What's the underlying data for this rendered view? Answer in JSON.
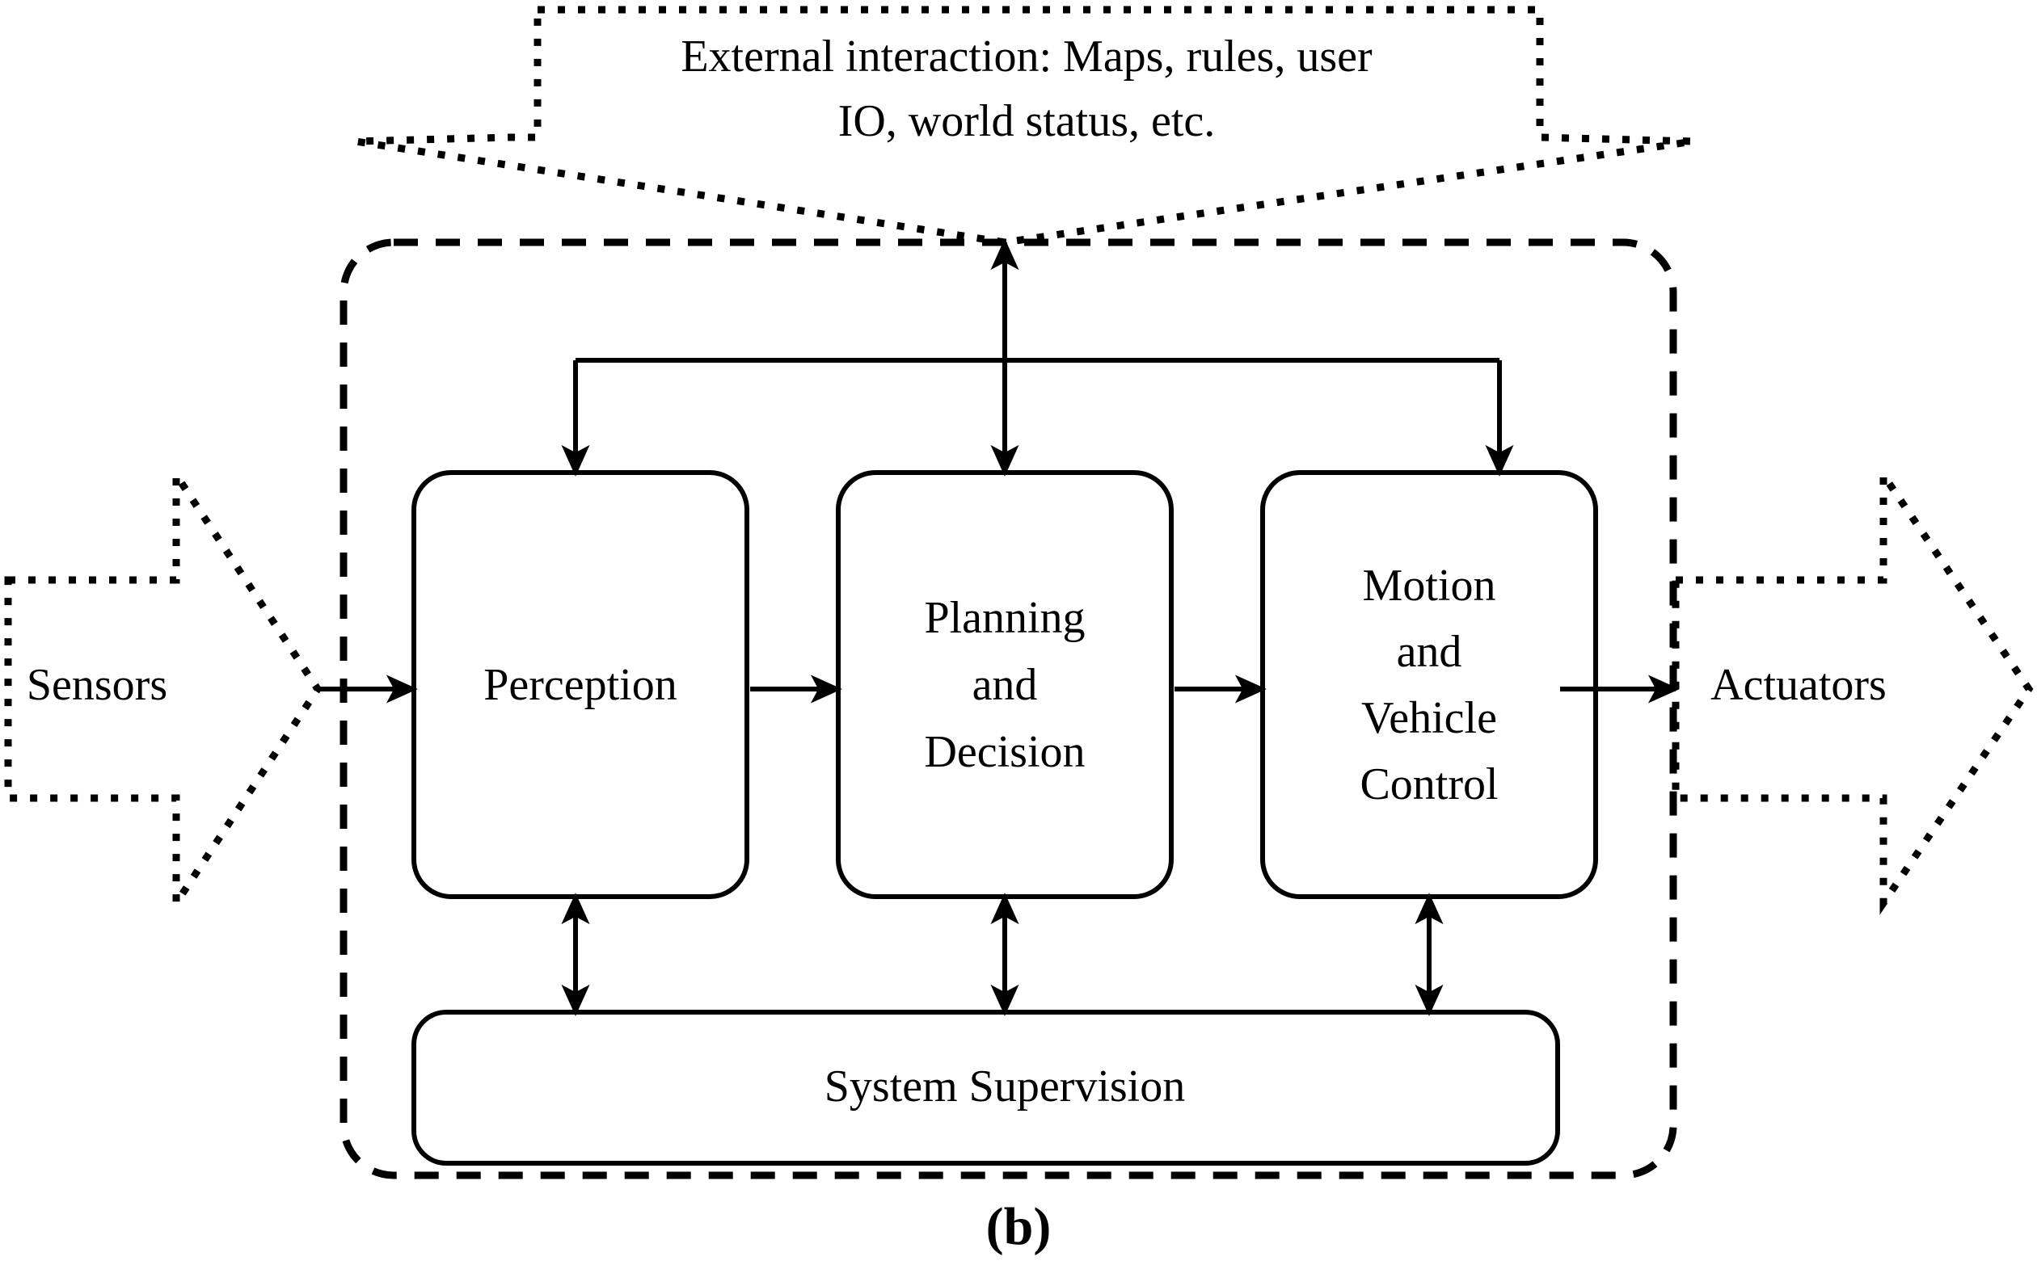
{
  "figure": {
    "caption": "(b)",
    "callout": {
      "line1": "External interaction: Maps, rules, user",
      "line2": "IO, world status, etc."
    },
    "inputs": [
      {
        "label": "Sensors",
        "side": "left"
      }
    ],
    "outputs": [
      {
        "label": "Actuators",
        "side": "right"
      }
    ],
    "pipeline": [
      {
        "id": "perception",
        "lines": [
          "Perception"
        ]
      },
      {
        "id": "planning",
        "lines": [
          "Planning",
          "and",
          "Decision"
        ]
      },
      {
        "id": "control",
        "lines": [
          "Motion",
          "and",
          "Vehicle",
          "Control"
        ]
      }
    ],
    "supervision": {
      "label": "System Supervision"
    },
    "colors": {
      "stroke": "#000000",
      "background": "#ffffff"
    }
  }
}
